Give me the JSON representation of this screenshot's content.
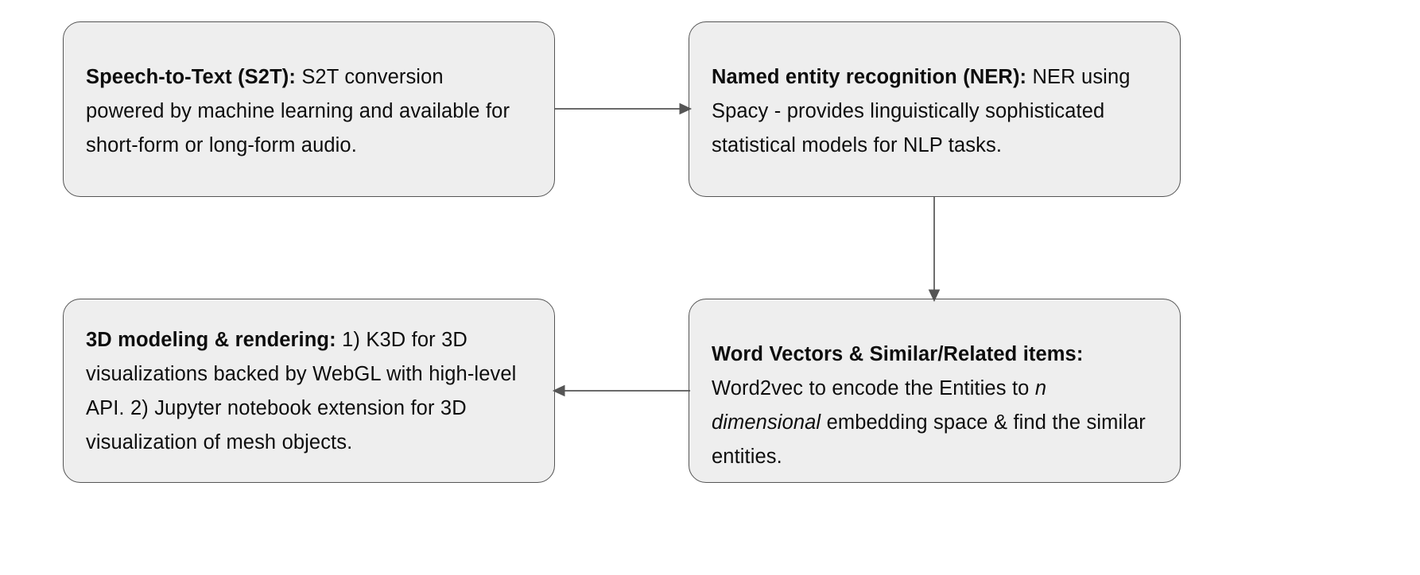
{
  "diagram": {
    "title": "NLP and 3D visualization pipeline flowchart",
    "background_color": "#ffffff",
    "node_fill_color": "#eeeeee",
    "node_border_color": "#555555",
    "edge_color": "#555555",
    "text_color": "#0d0d0d"
  },
  "nodes": {
    "s2t": {
      "label": "Speech-to-Text (S2T):",
      "body": " S2T conversion powered by machine learning and available for short-form or long-form audio."
    },
    "ner": {
      "label": "Named entity recognition (NER):",
      "body": " NER using Spacy - provides linguistically sophisticated statistical models for NLP tasks."
    },
    "word_vectors": {
      "label": "Word Vectors & Similar/Related items:",
      "body_part1": " Word2vec to encode the Entities to ",
      "emphasis": "n dimensional",
      "body_part2": " embedding space & find the similar entities."
    },
    "modeling_3d": {
      "label": "3D modeling & rendering:",
      "body": " 1) K3D for 3D visualizations backed by WebGL with high-level API. 2) Jupyter notebook extension for 3D visualization of mesh objects."
    }
  },
  "edges": [
    {
      "name": "s2t-to-ner",
      "from": "s2t",
      "to": "ner",
      "direction": "right"
    },
    {
      "name": "ner-to-word-vectors",
      "from": "ner",
      "to": "word_vectors",
      "direction": "down"
    },
    {
      "name": "word-vectors-to-3d",
      "from": "word_vectors",
      "to": "modeling_3d",
      "direction": "left"
    }
  ]
}
